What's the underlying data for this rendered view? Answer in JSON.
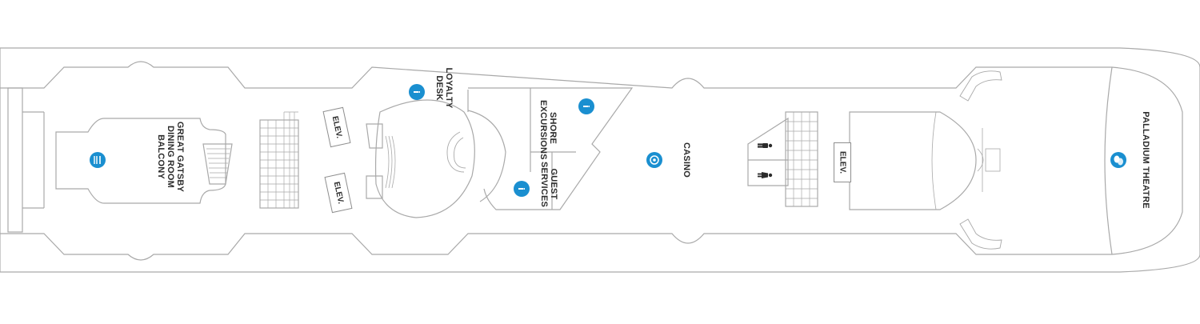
{
  "colors": {
    "outline": "#a9a9a9",
    "fill": "#ffffff",
    "text": "#2b2b2b",
    "badge": "#1a8fd0"
  },
  "labels": {
    "great_gatsby": "GREAT GATSBY DINING ROOM BALCONY",
    "loyalty_desk": "LOYALTY DESK",
    "shore_excursions": "SHORE EXCURSIONS",
    "guest_services": "GUEST SERVICES",
    "casino": "CASINO",
    "palladium_theatre": "PALLADIUM THEATRE",
    "elev": "ELEV."
  },
  "icons": {
    "dining": "dining-icon",
    "info": "info-icon",
    "casino": "casino-chip-icon",
    "theatre": "theatre-masks-icon",
    "mens_restroom": "mens-restroom-icon",
    "womens_restroom": "womens-restroom-icon"
  }
}
